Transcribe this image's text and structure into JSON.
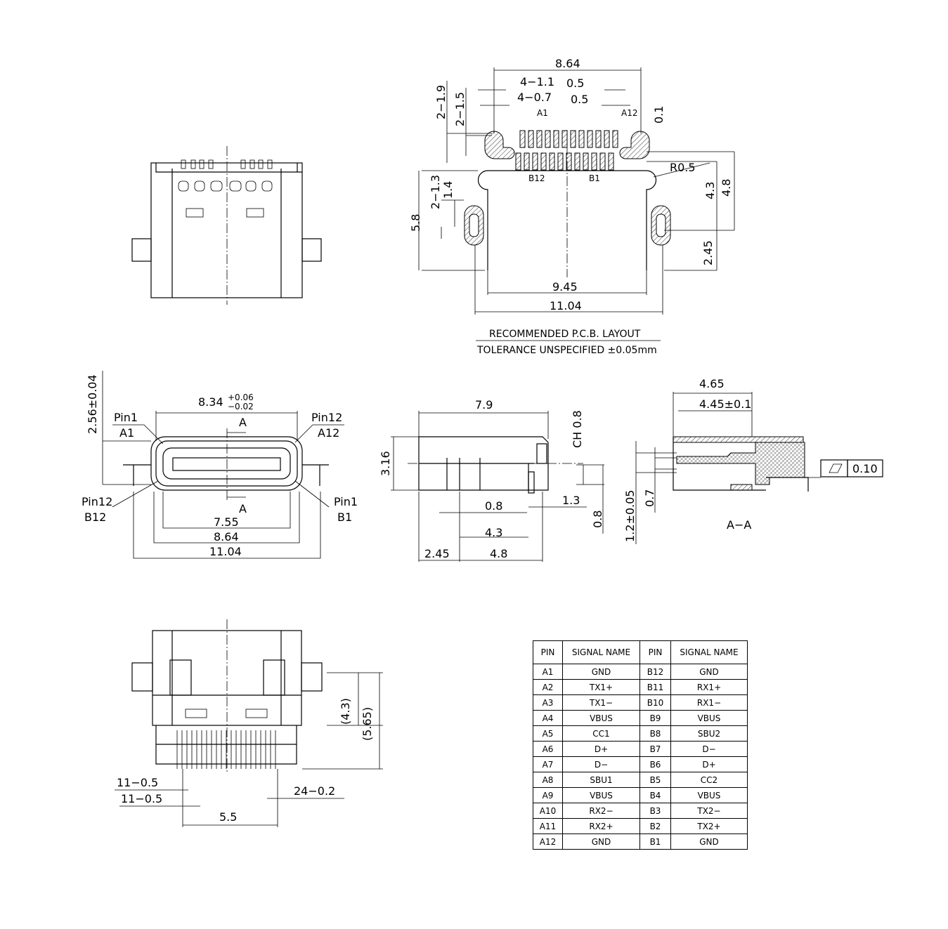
{
  "top_view": {},
  "pcb_layout": {
    "dim_width_top": "8.64",
    "dim_4_1_1": "4−1.1",
    "dim_pitch_1": "0.5",
    "dim_4_0_7": "4−0.7",
    "dim_pitch_2": "0.5",
    "label_a1": "A1",
    "label_a12": "A12",
    "label_b12": "B12",
    "label_b1": "B1",
    "dim_radius": "R0.5",
    "dim_2_1_9": "2−1.9",
    "dim_2_1_5": "2−1.5",
    "dim_0_1": "0.1",
    "dim_2_1_3": "2−1.3",
    "dim_1_4": "1.4",
    "dim_5_8": "5.8",
    "dim_4_3": "4.3",
    "dim_4_8": "4.8",
    "dim_2_45": "2.45",
    "dim_9_45": "9.45",
    "dim_11_04": "11.04",
    "title": "RECOMMENDED  P.C.B. LAYOUT",
    "tolerance": "TOLERANCE UNSPECIFIED ±0.05mm"
  },
  "front_view": {
    "dim_height": "2.56±0.04",
    "dim_opening": "8.34",
    "tol_upper": "+0.06",
    "tol_lower": "−0.02",
    "pin1_top": "Pin1",
    "a1": "A1",
    "pin12_top": "Pin12",
    "a12": "A12",
    "section_top": "A",
    "section_bottom": "A",
    "pin12_bottom": "Pin12",
    "b12": "B12",
    "pin1_bottom": "Pin1",
    "b1": "B1",
    "dim_7_55": "7.55",
    "dim_8_64": "8.64",
    "dim_11_04": "11.04"
  },
  "side_view": {
    "dim_7_9": "7.9",
    "dim_chamfer": "CH 0.8",
    "dim_3_16": "3.16",
    "dim_0_8_a": "0.8",
    "dim_1_3": "1.3",
    "dim_0_8_b": "0.8",
    "dim_4_3": "4.3",
    "dim_2_45": "2.45",
    "dim_4_8": "4.8"
  },
  "section_view": {
    "dim_4_65": "4.65",
    "dim_4_45": "4.45±0.1",
    "flatness_value": "0.10",
    "dim_1_2": "1.2±0.05",
    "dim_0_7": "0.7",
    "title": "A−A"
  },
  "bottom_view": {
    "dim_4_3": "(4.3)",
    "dim_5_65": "(5.65)",
    "dim_11_0_5_a": "11−0.5",
    "dim_11_0_5_b": "11−0.5",
    "dim_24_0_2": "24−0.2",
    "dim_5_5": "5.5"
  },
  "pin_table": {
    "headers": [
      "PIN",
      "SIGNAL NAME",
      "PIN",
      "SIGNAL NAME"
    ],
    "rows": [
      [
        "A1",
        "GND",
        "B12",
        "GND"
      ],
      [
        "A2",
        "TX1+",
        "B11",
        "RX1+"
      ],
      [
        "A3",
        "TX1−",
        "B10",
        "RX1−"
      ],
      [
        "A4",
        "VBUS",
        "B9",
        "VBUS"
      ],
      [
        "A5",
        "CC1",
        "B8",
        "SBU2"
      ],
      [
        "A6",
        "D+",
        "B7",
        "D−"
      ],
      [
        "A7",
        "D−",
        "B6",
        "D+"
      ],
      [
        "A8",
        "SBU1",
        "B5",
        "CC2"
      ],
      [
        "A9",
        "VBUS",
        "B4",
        "VBUS"
      ],
      [
        "A10",
        "RX2−",
        "B3",
        "TX2−"
      ],
      [
        "A11",
        "RX2+",
        "B2",
        "TX2+"
      ],
      [
        "A12",
        "GND",
        "B1",
        "GND"
      ]
    ]
  }
}
